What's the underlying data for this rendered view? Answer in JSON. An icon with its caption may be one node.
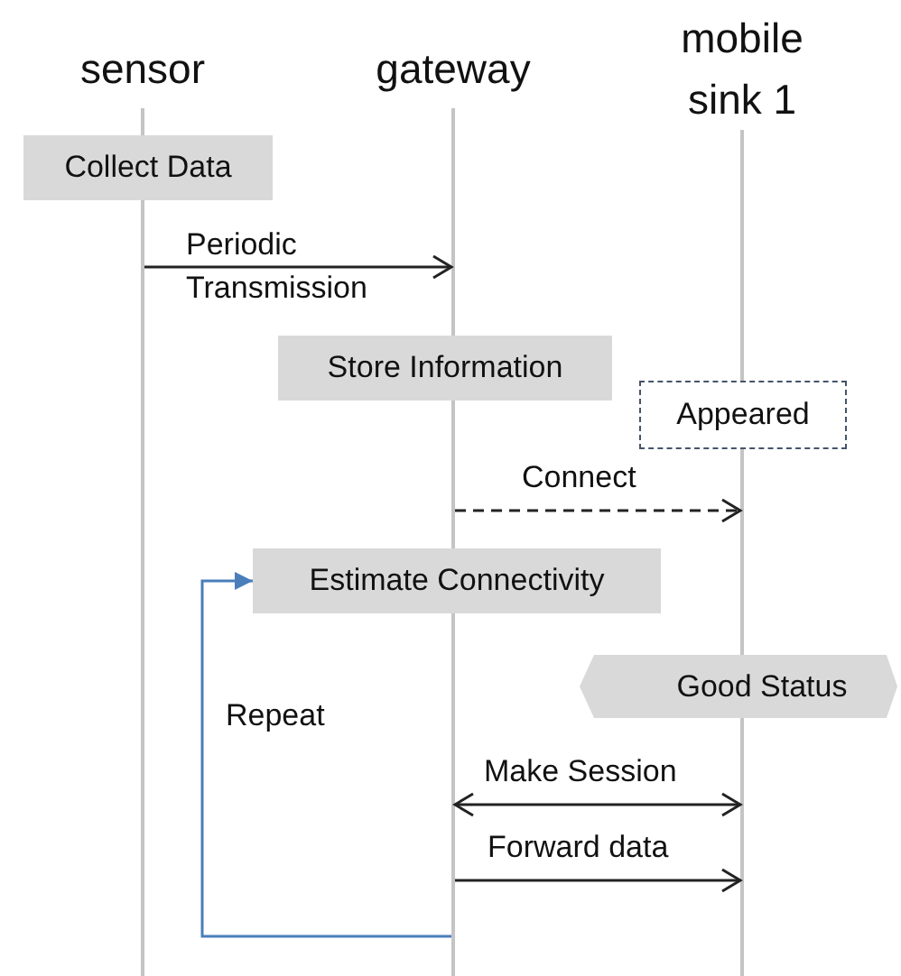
{
  "diagram": {
    "nodes": [
      {
        "text": [
          "sensor"
        ]
      },
      {
        "text": [
          "gateway"
        ]
      },
      {
        "text": [
          "mobile sink 1"
        ]
      },
      {
        "text": [],
        "shape": "bar"
      },
      {
        "text": [],
        "shape": "bar"
      },
      {
        "text": [],
        "shape": "bar"
      },
      {
        "text": [],
        "shape": "bar"
      },
      {
        "text": [
          "Collect Data"
        ]
      },
      {
        "text": [
          "Store Information"
        ]
      },
      {
        "text": [
          "Appeared"
        ]
      },
      {
        "text": [
          "Estimate Connectivity"
        ]
      },
      {
        "text": [
          "Good Status"
        ]
      }
    ],
    "edges": [
      {
        "from": 3,
        "to": 4,
        "arrow": "to",
        "label": "Periodic Transmission"
      },
      {
        "from": 4,
        "to": 6,
        "arrow": "to",
        "label": "Connect",
        "style": "dashed"
      },
      {
        "from": 4,
        "to": 6,
        "arrow": "both",
        "label": "Make Session"
      },
      {
        "from": 4,
        "to": 6,
        "arrow": "to",
        "label": "Forward data"
      },
      {
        "from": 4,
        "to": 10,
        "arrow": "to",
        "label": "Repeat",
        "color": "#4a7ebb"
      }
    ]
  }
}
